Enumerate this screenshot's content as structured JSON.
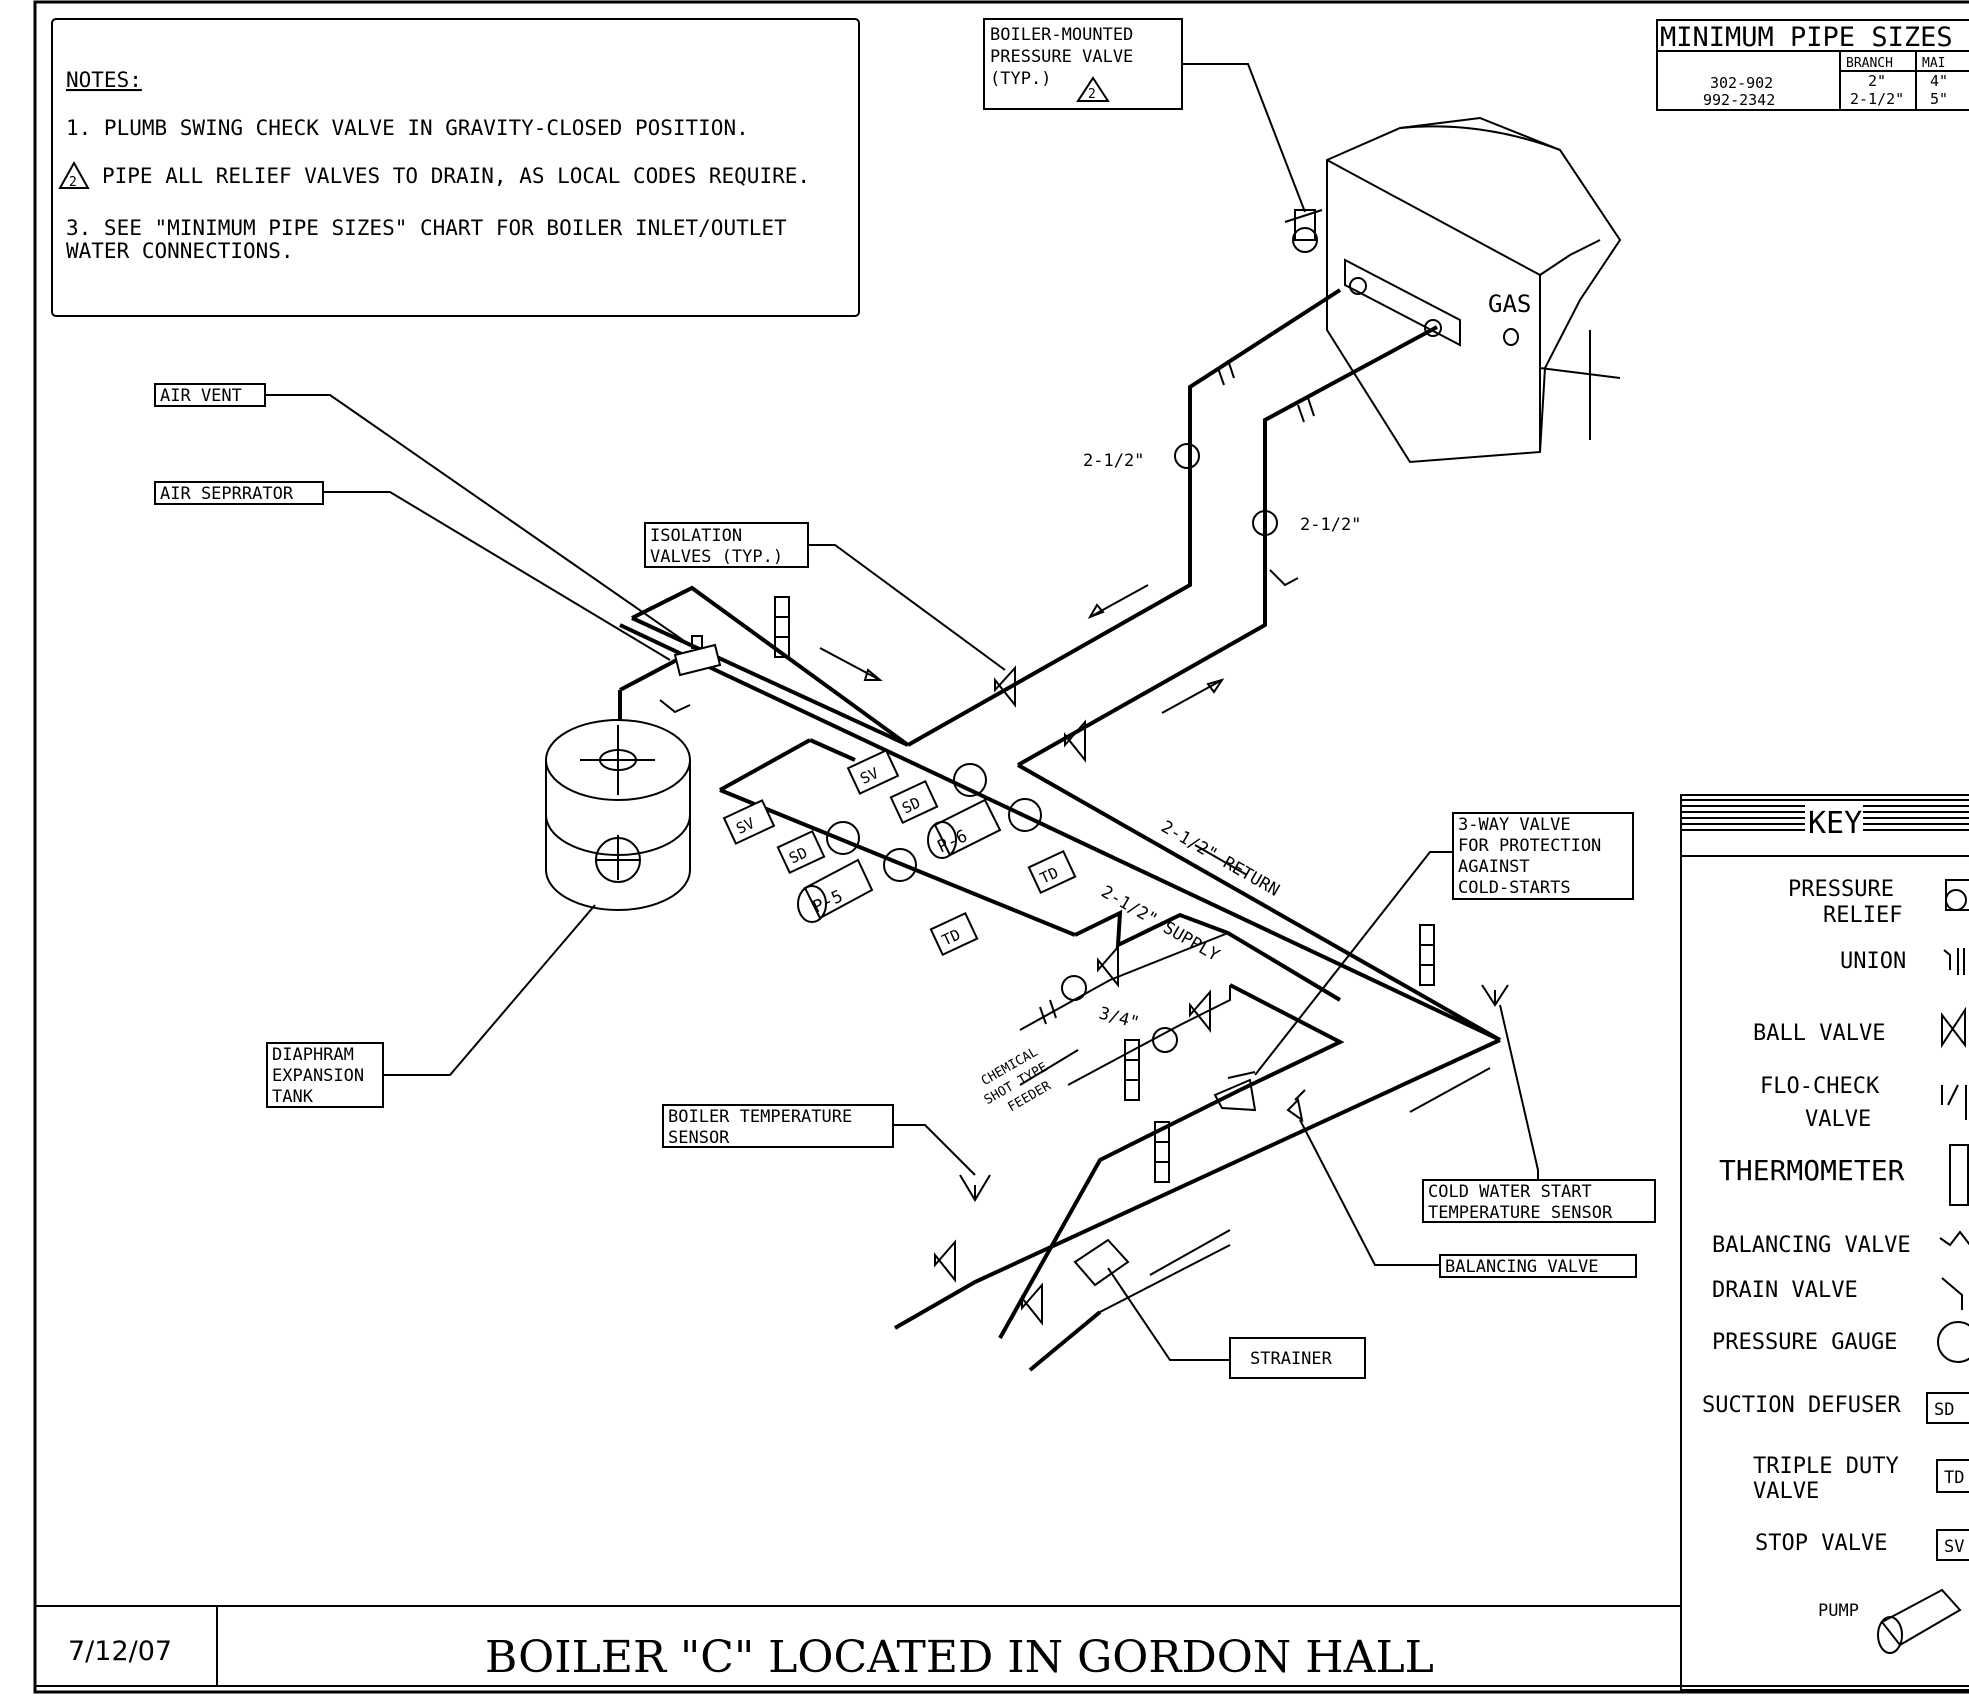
{
  "notes": {
    "heading": "NOTES:",
    "note1": "1. PLUMB SWING CHECK VALVE IN GRAVITY-CLOSED POSITION.",
    "note2_num": "2",
    "note2": "PIPE ALL RELIEF VALVES TO DRAIN, AS LOCAL CODES REQUIRE.",
    "note3_l1": "3. SEE \"MINIMUM PIPE SIZES\" CHART FOR BOILER INLET/OUTLET",
    "note3_l2": "WATER CONNECTIONS."
  },
  "pipe_sizes": {
    "title": "MINIMUM PIPE SIZES",
    "col_branch": "BRANCH",
    "col_main": "MAI",
    "rows": [
      {
        "model": "302-902",
        "branch": "2\"",
        "main": "4\""
      },
      {
        "model": "992-2342",
        "branch": "2-1/2\"",
        "main": "5\""
      }
    ]
  },
  "callouts": {
    "boiler_mounted": [
      "BOILER-MOUNTED",
      "PRESSURE VALVE",
      "(TYP.)"
    ],
    "boiler_mounted_num": "2",
    "air_vent": "AIR VENT",
    "air_separator": "AIR SEPRRATOR",
    "isolation": [
      "ISOLATION",
      "VALVES (TYP.)"
    ],
    "three_way": [
      "3-WAY VALVE",
      "FOR PROTECTION",
      "AGAINST",
      "COLD-STARTS"
    ],
    "diaphram": [
      "DIAPHRAM",
      "EXPANSION",
      "TANK"
    ],
    "boiler_temp": [
      "BOILER TEMPERATURE",
      "SENSOR"
    ],
    "cold_water": [
      "COLD WATER START",
      "TEMPERATURE SENSOR"
    ],
    "balancing": "BALANCING VALVE",
    "strainer": "STRAINER",
    "chemical": [
      "CHEMICAL",
      "SHOT TYPE",
      "FEEDER"
    ]
  },
  "pipe_labels": {
    "size_a": "2-1/2\"",
    "size_b": "2-1/2\"",
    "return": "2-1/2\" RETURN",
    "supply": "2-1/2\" SUPPLY",
    "three_quarter": "3/4\"",
    "gas": "GAS"
  },
  "components": {
    "sv": "SV",
    "sd": "SD",
    "td": "TD",
    "pump5": "P-5",
    "pump6": "P-6"
  },
  "key": {
    "title": "KEY",
    "items": [
      {
        "label": [
          "PRESSURE",
          "RELIEF"
        ]
      },
      {
        "label": [
          "UNION"
        ]
      },
      {
        "label": [
          "BALL VALVE"
        ]
      },
      {
        "label": [
          "FLO-CHECK",
          "VALVE"
        ]
      },
      {
        "label": [
          "THERMOMETER"
        ]
      },
      {
        "label": [
          "BALANCING VALVE"
        ]
      },
      {
        "label": [
          "DRAIN VALVE"
        ]
      },
      {
        "label": [
          "PRESSURE GAUGE"
        ]
      },
      {
        "label": [
          "SUCTION DEFUSER"
        ],
        "symbol": "SD"
      },
      {
        "label": [
          "TRIPLE DUTY",
          "VALVE"
        ],
        "symbol": "TD"
      },
      {
        "label": [
          "STOP VALVE"
        ],
        "symbol": "SV"
      },
      {
        "label": [
          "PUMP"
        ]
      }
    ]
  },
  "title_block": {
    "date": "7/12/07",
    "title": "BOILER \"C\" LOCATED IN GORDON HALL"
  }
}
